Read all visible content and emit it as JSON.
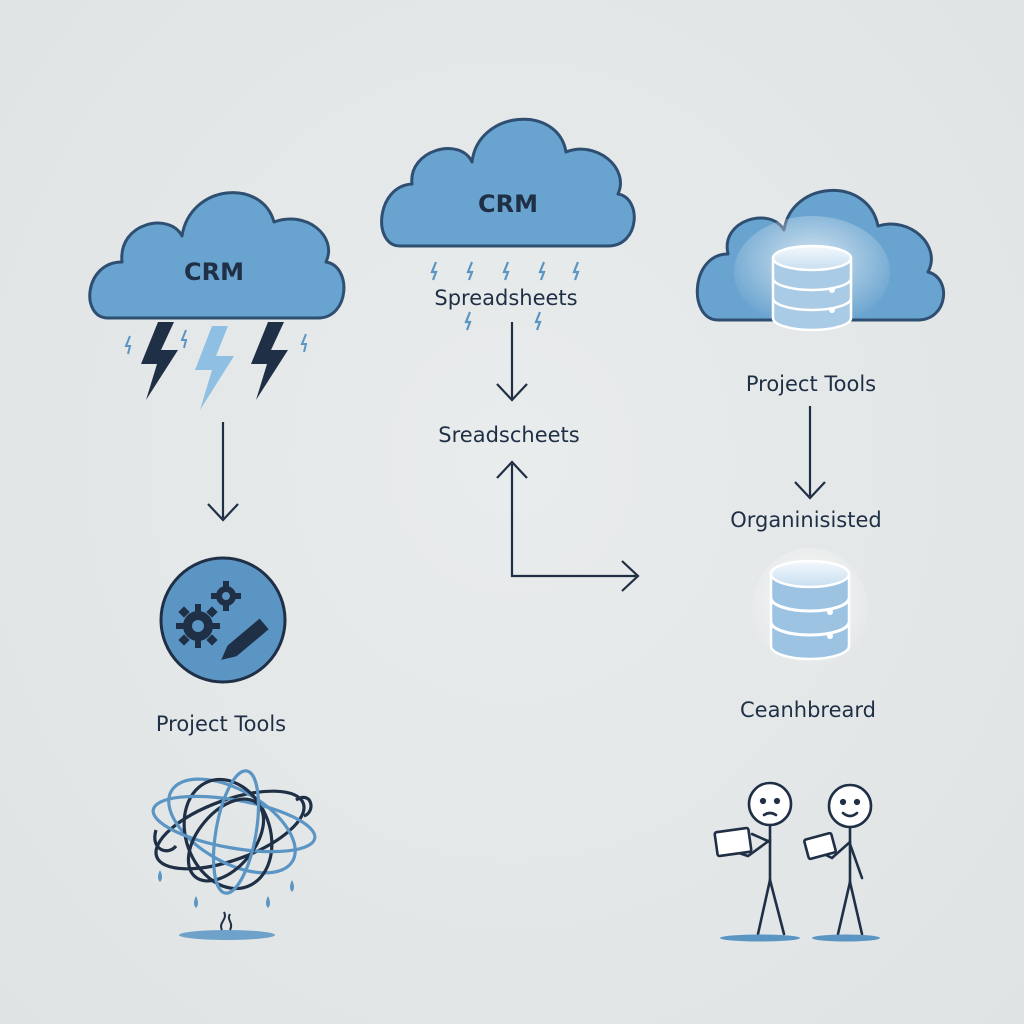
{
  "colors": {
    "background": "#e3e7e8",
    "cloud_fill": "#69a3cf",
    "cloud_stroke": "#2f4f72",
    "navy": "#1f2f45",
    "accent_light": "#8fc0e3",
    "database_fill": "#9dc3e2"
  },
  "left_column": {
    "cloud_label": "CRM",
    "tools_label": "Project Tools"
  },
  "middle_column": {
    "cloud_label": "CRM",
    "rain_label": "Spreadsheets",
    "flow_label": "Sreadscheets"
  },
  "right_column": {
    "cloud_label": "Project Tools",
    "organized_label": "Organinisisted",
    "database_label": "Ceanhbreard"
  },
  "icons": [
    "storm-cloud-icon",
    "lightning-icon",
    "rain-cloud-icon",
    "database-cloud-icon",
    "gears-pencil-icon",
    "tangled-mess-icon",
    "database-icon",
    "stick-figures-icon"
  ]
}
